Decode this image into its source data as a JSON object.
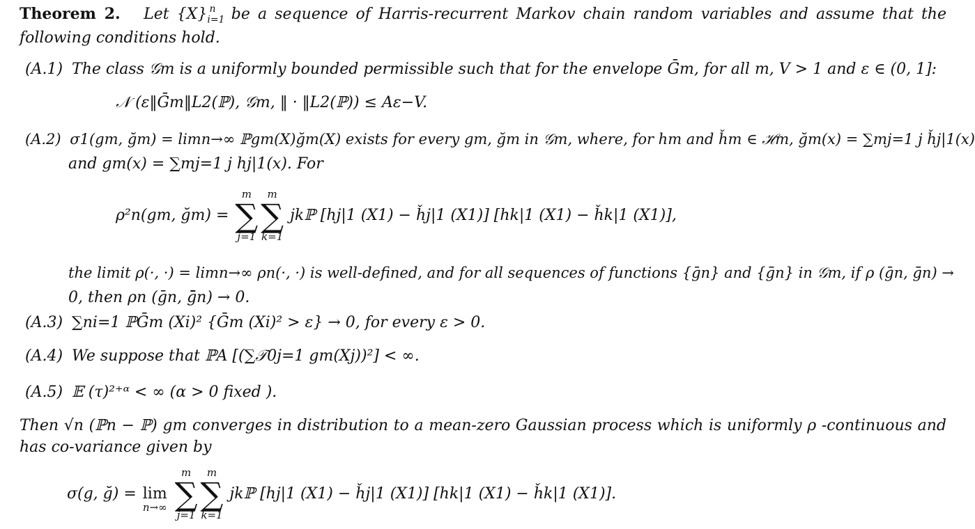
{
  "theorem": {
    "label": "Theorem 2.",
    "statement_line1": "Let {X",
    "statement_sub": "i=1",
    "statement_sup": "n",
    "statement_rest": " be a sequence of Harris-recurrent Markov chain random variables and assume that the following conditions hold."
  },
  "conditions": [
    {
      "label": "(A.1)",
      "text": "The class 𝒢m is a uniformly bounded permissible such that for the envelope Ḡm, for all m, V > 1 and ε ∈ (0, 1]:"
    },
    {
      "label": "(A.2)",
      "text": "σ1(gm, ğm) = limn→∞ ℙgm(X)ğm(X) exists for every gm, ğm in 𝒢m, where, for hm and ȟm ∈ ℋm, ğm(x) = ∑mj=1 j ȟj|1(x)"
    },
    {
      "label": "(A.3)",
      "text": "∑ni=1 ℙḠm (Xi)² {Ḡm (Xi)² > ε} → 0, for every ε > 0."
    },
    {
      "label": "(A.4)",
      "text": "We suppose that ℙA [(∑𝒯0j=1 gm(Xj))²] < ∞."
    },
    {
      "label": "(A.5)",
      "text": "𝔼 (τ)²⁺ᵅ < ∞   (α > 0 fixed )."
    }
  ],
  "display_a1": "𝒩 (ε‖Ḡm‖L2(ℙ), 𝒢m, ‖ · ‖L2(ℙ)) ≤ Aε−V.",
  "a2_cont": "and gm(x) = ∑mj=1 j  hj|1(x). For",
  "display_a2_lhs": "ρ²n(gm, ğm) =",
  "display_a2_rhs": "jkℙ [hj|1 (X1) − ȟj|1 (X1)] [hk|1 (X1) − ȟk|1 (X1)],",
  "a2_limit_line1": "the limit ρ(·, ·) = limn→∞ ρn(·, ·) is well-defined, and for all sequences of functions {ḡn} and {ḡ̄n} in 𝒢m, if ρ (ḡn, ḡ̄n) →",
  "a2_limit_line2": "0, then ρn (ḡn, ḡ̄n) → 0.",
  "conclusion": "Then √n (ℙn − ℙ) gm converges in distribution to a mean-zero Gaussian process which is uniformly ρ -continuous and has co-variance given by",
  "display_cov_lhs": "σ(g, ğ) =",
  "display_cov_lim": "lim",
  "display_cov_limsub": "n→∞",
  "display_cov_rhs": "jkℙ [hj|1 (X1) − ȟj|1 (X1)] [hk|1 (X1) − ȟk|1 (X1)].",
  "sum_top": "m",
  "sum_bot_j": "j=1",
  "sum_bot_k": "k=1"
}
